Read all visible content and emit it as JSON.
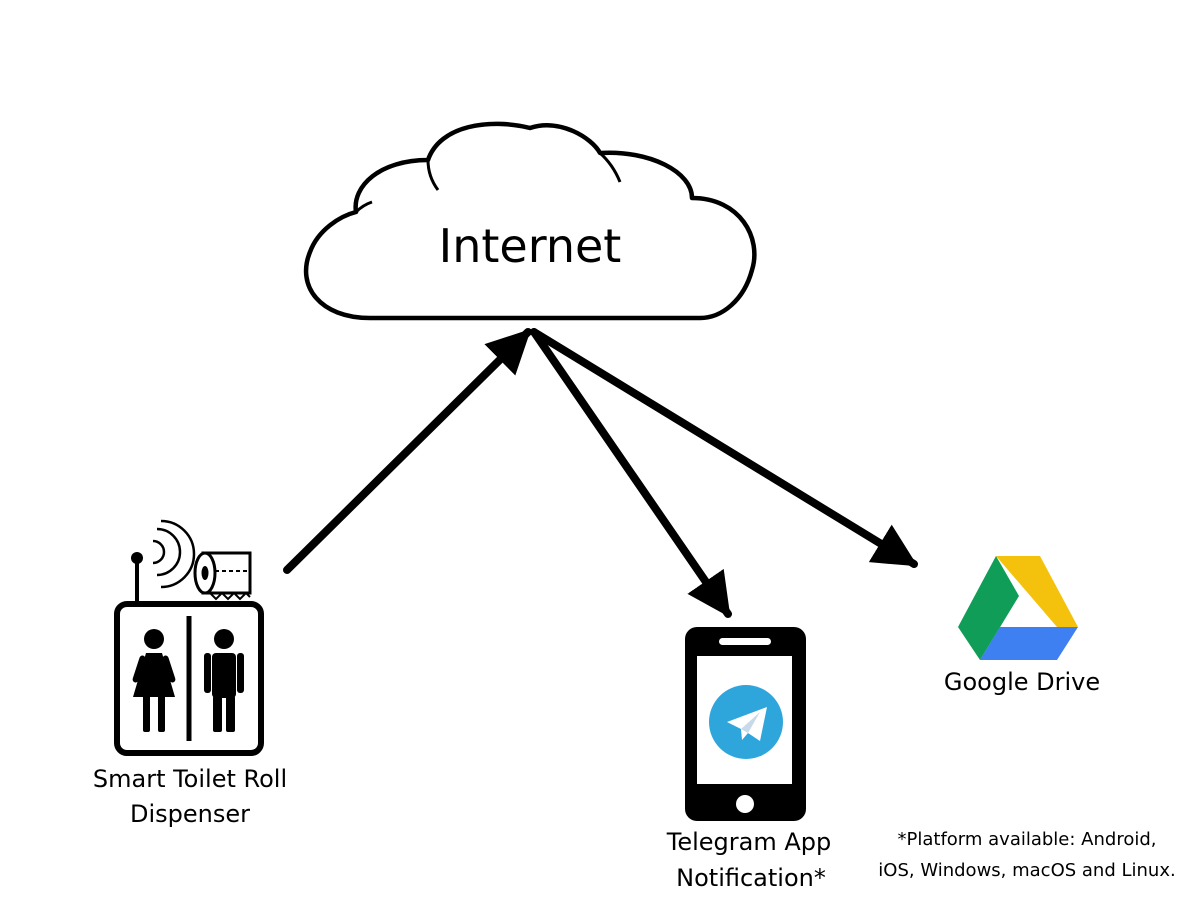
{
  "colors": {
    "stroke": "#000000",
    "background": "#ffffff",
    "telegram_blue": "#2ea6dc",
    "drive_green": "#0f9d58",
    "drive_yellow": "#f4c20d",
    "drive_blue": "#3e7ff2"
  },
  "cloud": {
    "label": "Internet",
    "icon": "cloud-icon"
  },
  "nodes": {
    "dispenser": {
      "label_line1": "Smart Toilet Roll",
      "label_line2": "Dispenser",
      "icon": "restroom-sign-icon"
    },
    "telegram": {
      "label_line1": "Telegram App",
      "label_line2": "Notification*",
      "icon": "telegram-icon"
    },
    "drive": {
      "label": "Google Drive",
      "icon": "google-drive-icon"
    }
  },
  "footnote": {
    "line1": "*Platform available: Android,",
    "line2": "iOS, Windows, macOS and Linux."
  }
}
